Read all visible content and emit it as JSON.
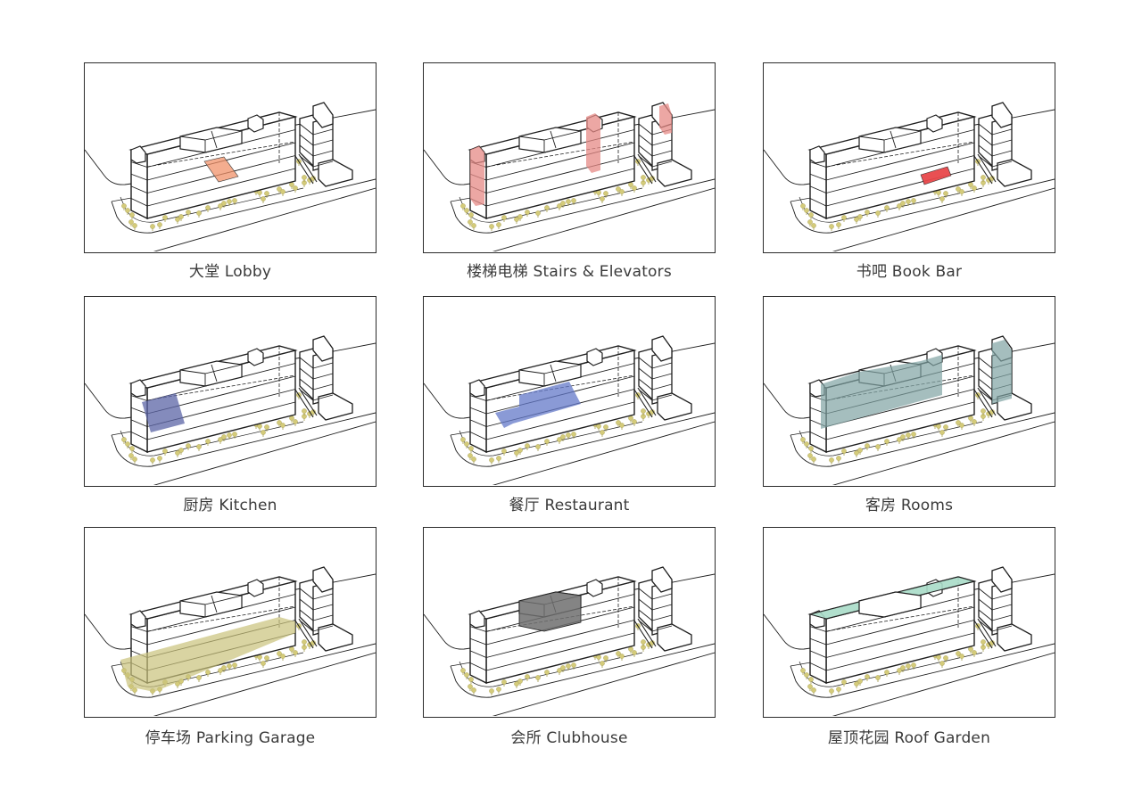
{
  "figure": {
    "title": "Hotel program axonometric diagrams",
    "panels": [
      {
        "id": "lobby",
        "label": "大堂 Lobby",
        "highlight": "lobby",
        "color": "#f0916a"
      },
      {
        "id": "stairs",
        "label": "楼梯电梯 Stairs & Elevators",
        "highlight": "stairs",
        "color": "#e58a86"
      },
      {
        "id": "bookbar",
        "label": "书吧 Book Bar",
        "highlight": "bookbar",
        "color": "#e8474a"
      },
      {
        "id": "kitchen",
        "label": "厨房 Kitchen",
        "highlight": "kitchen",
        "color": "#5b64a6"
      },
      {
        "id": "restaurant",
        "label": "餐厅 Restaurant",
        "highlight": "restaurant",
        "color": "#6378c8"
      },
      {
        "id": "rooms",
        "label": "客房  Rooms",
        "highlight": "rooms",
        "color": "#7fa3a3"
      },
      {
        "id": "parking",
        "label": "停车场 Parking Garage",
        "highlight": "parking",
        "color": "#c9c27a"
      },
      {
        "id": "clubhouse",
        "label": "会所 Clubhouse",
        "highlight": "clubhouse",
        "color": "#6e6e6e"
      },
      {
        "id": "roofgarden",
        "label": "屋顶花园 Roof Garden",
        "highlight": "roofgarden",
        "color": "#a9dcc8"
      }
    ]
  }
}
